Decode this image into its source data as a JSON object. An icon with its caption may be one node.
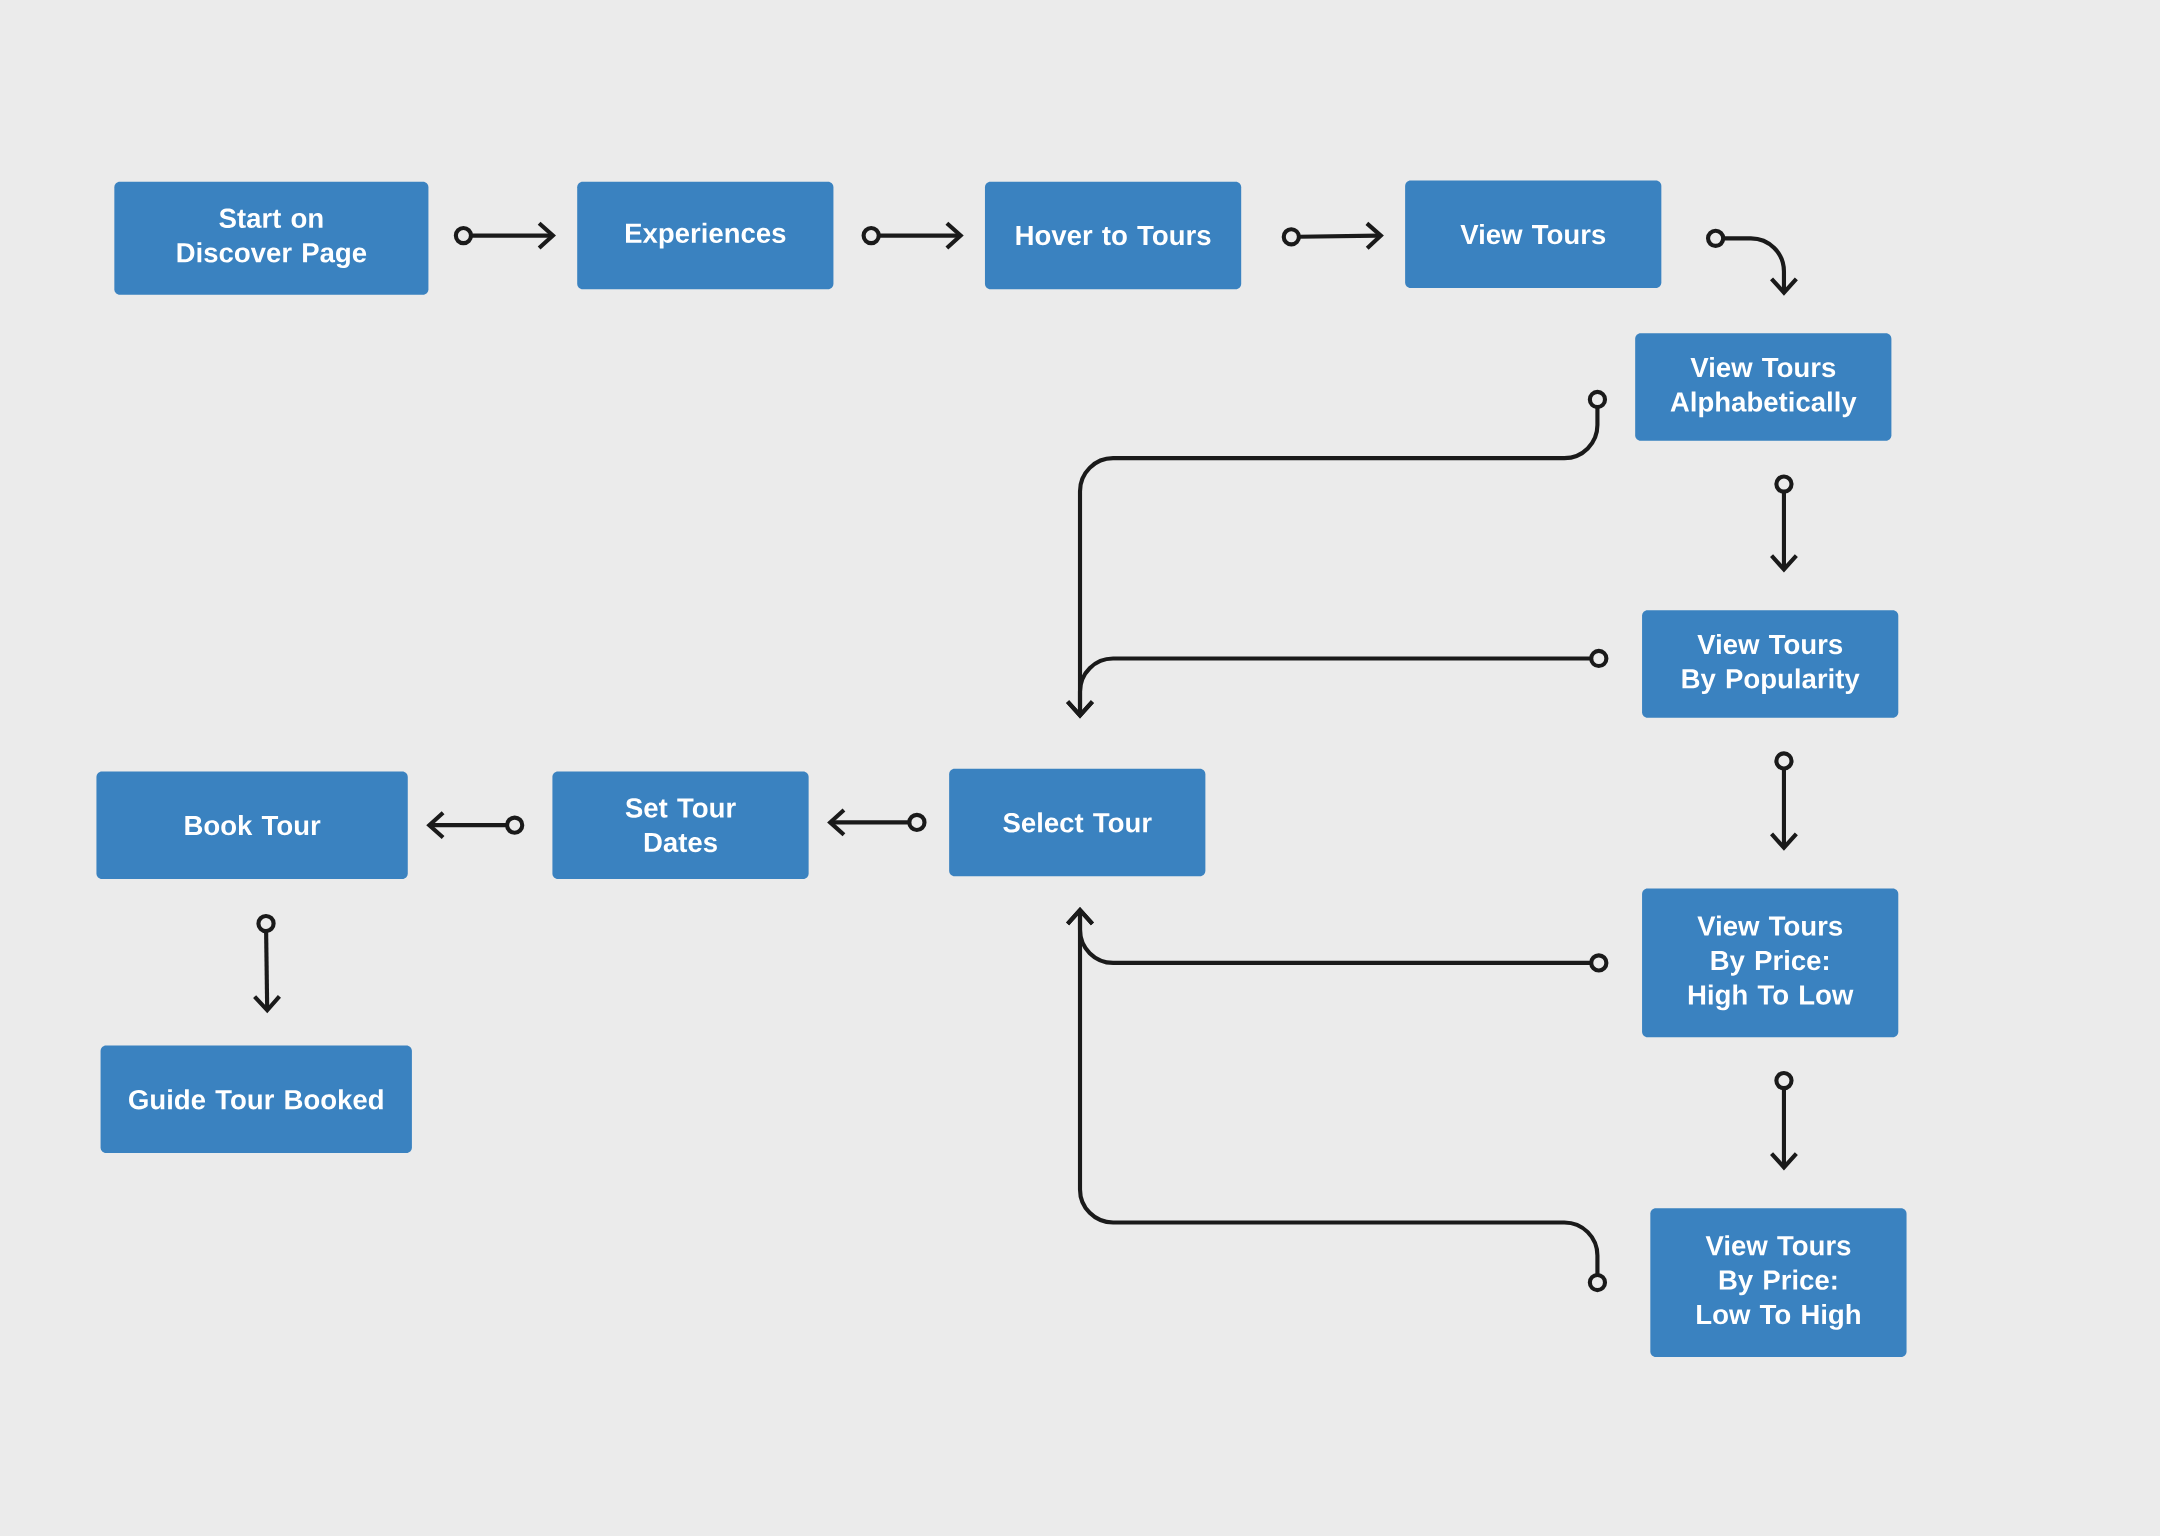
{
  "diagram": {
    "nodes": [
      {
        "text": [
          "Start on Discover Page"
        ]
      },
      {
        "text": [
          "Experiences"
        ]
      },
      {
        "text": [
          "Hover to Tours"
        ]
      },
      {
        "text": [
          "View Tours"
        ]
      },
      {
        "text": [
          "View Tours Alphabetically"
        ]
      },
      {
        "text": [
          "View Tours By Popularity"
        ]
      },
      {
        "text": [
          "View Tours By Price: High To Low"
        ]
      },
      {
        "text": [
          "View Tours By Price: Low To High"
        ]
      },
      {
        "text": [
          "Select Tour"
        ]
      },
      {
        "text": [
          "Set Tour Dates"
        ]
      },
      {
        "text": [
          "Book Tour"
        ]
      },
      {
        "text": [
          "Guide Tour Booked"
        ]
      }
    ],
    "edges": [
      {
        "from": 0,
        "to": 1,
        "arrow": "to"
      },
      {
        "from": 1,
        "to": 2,
        "arrow": "to"
      },
      {
        "from": 2,
        "to": 3,
        "arrow": "to"
      },
      {
        "from": 3,
        "to": 4,
        "arrow": "to"
      },
      {
        "from": 4,
        "to": 5,
        "arrow": "to"
      },
      {
        "from": 5,
        "to": 6,
        "arrow": "to"
      },
      {
        "from": 6,
        "to": 7,
        "arrow": "to"
      },
      {
        "from": 4,
        "to": 8,
        "arrow": "to"
      },
      {
        "from": 5,
        "to": 8,
        "arrow": "to"
      },
      {
        "from": 6,
        "to": 8,
        "arrow": "to"
      },
      {
        "from": 7,
        "to": 8,
        "arrow": "to"
      },
      {
        "from": 8,
        "to": 9,
        "arrow": "to"
      },
      {
        "from": 9,
        "to": 10,
        "arrow": "to"
      },
      {
        "from": 10,
        "to": 11,
        "arrow": "to"
      }
    ]
  }
}
